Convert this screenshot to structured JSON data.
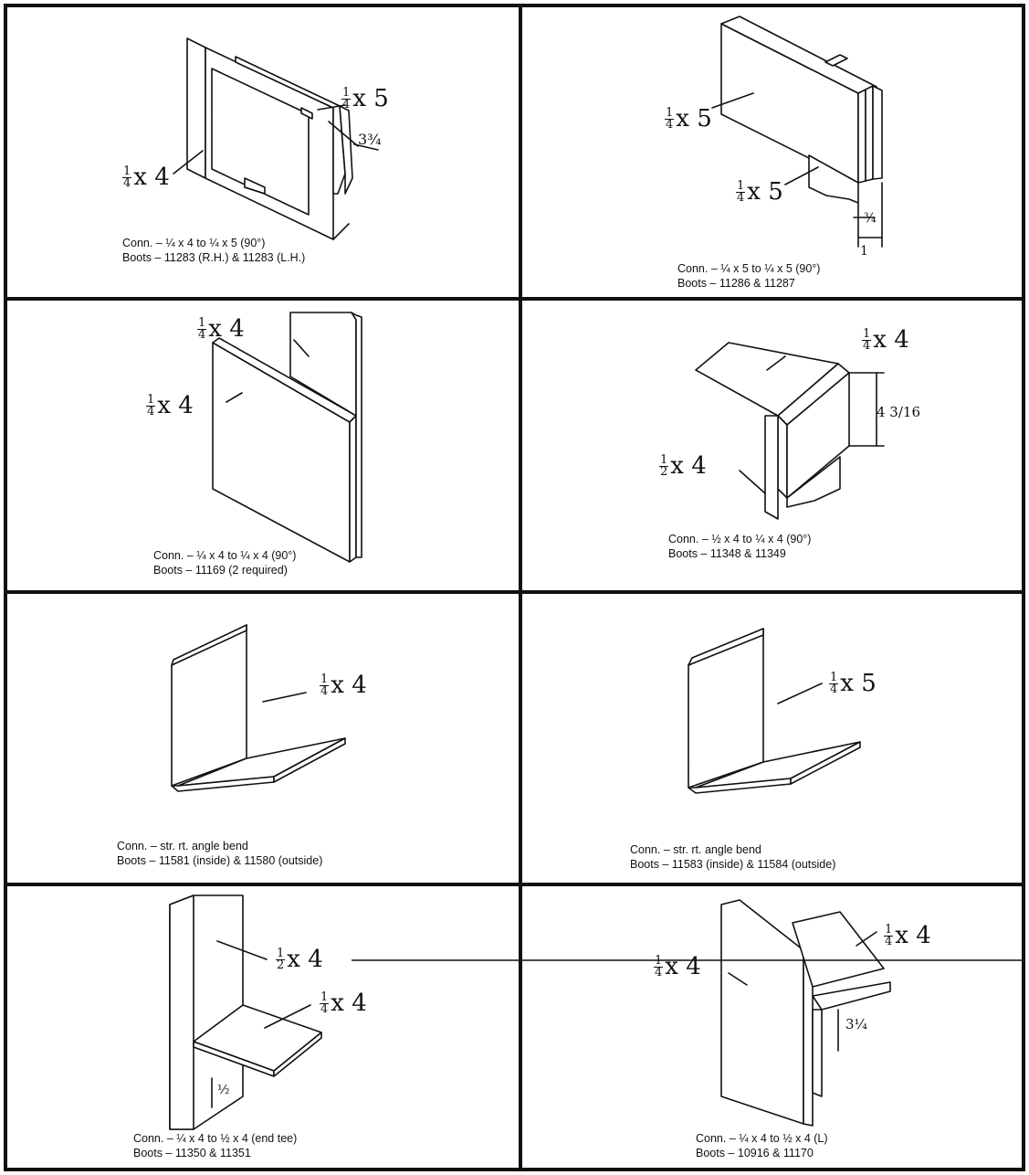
{
  "panels": [
    {
      "caption1": "Conn. – ¼ x 4 to ¼ x 5 (90°)",
      "caption2": "Boots – 11283 (R.H.) & 11283 (L.H.)",
      "labels": [
        {
          "num": "1",
          "den": "4",
          "rest": "x 5"
        },
        {
          "num": "1",
          "den": "4",
          "rest": "x 4"
        }
      ],
      "dim": "3¾"
    },
    {
      "caption1": "Conn. – ¼ x 5 to ¼ x 5 (90°)",
      "caption2": "Boots – 11286 & 11287",
      "labels": [
        {
          "num": "1",
          "den": "4",
          "rest": "x 5"
        },
        {
          "num": "1",
          "den": "4",
          "rest": "x 5"
        }
      ],
      "dim": "¾",
      "dim2": "1"
    },
    {
      "caption1": "Conn. – ¼ x 4 to ¼ x 4 (90°)",
      "caption2": "Boots – 11169 (2 required)",
      "labels": [
        {
          "num": "1",
          "den": "4",
          "rest": "x 4"
        },
        {
          "num": "1",
          "den": "4",
          "rest": "x 4"
        }
      ]
    },
    {
      "caption1": "Conn. – ½ x 4 to ¼ x 4 (90°)",
      "caption2": "Boots – 11348 & 11349",
      "labels": [
        {
          "num": "1",
          "den": "4",
          "rest": "x 4"
        },
        {
          "num": "1",
          "den": "2",
          "rest": "x 4"
        }
      ],
      "dim": "4 3/16"
    },
    {
      "caption1": "Conn. – str. rt. angle bend",
      "caption2": "Boots – 11581 (inside) & 11580 (outside)",
      "labels": [
        {
          "num": "1",
          "den": "4",
          "rest": "x 4"
        }
      ]
    },
    {
      "caption1": "Conn. – str. rt. angle bend",
      "caption2": "Boots – 11583 (inside) & 11584 (outside)",
      "labels": [
        {
          "num": "1",
          "den": "4",
          "rest": "x 5"
        }
      ]
    },
    {
      "caption1": "Conn. – ¼ x 4 to ½ x 4 (end tee)",
      "caption2": "Boots – 11350 & 11351",
      "labels": [
        {
          "num": "1",
          "den": "2",
          "rest": "x 4"
        },
        {
          "num": "1",
          "den": "4",
          "rest": "x 4"
        }
      ],
      "dim": "½"
    },
    {
      "caption1": "Conn. – ¼ x 4 to ½ x 4 (L)",
      "caption2": "Boots – 10916 & 11170",
      "labels": [
        {
          "num": "1",
          "den": "4",
          "rest": "x 4"
        },
        {
          "num": "1",
          "den": "4",
          "rest": "x 4"
        }
      ],
      "dim": "3¼"
    }
  ]
}
